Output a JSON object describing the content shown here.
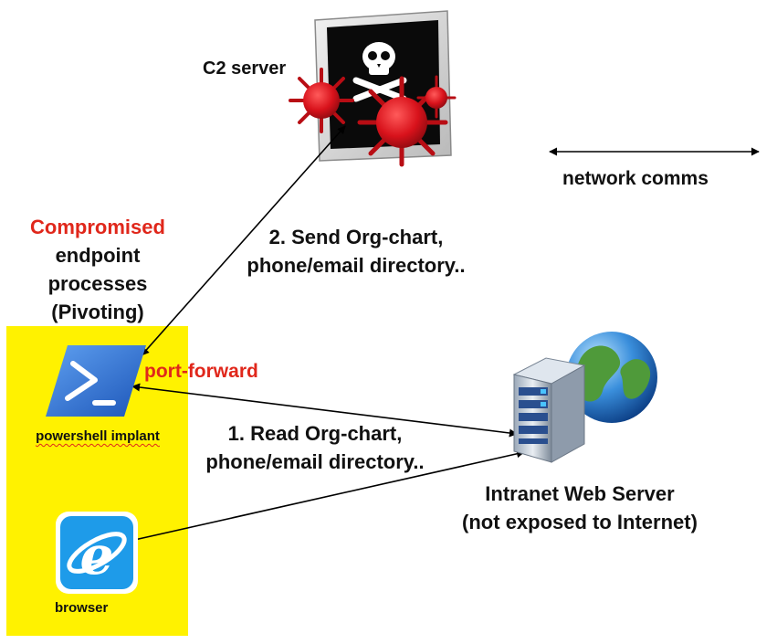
{
  "nodes": {
    "c2_server": {
      "label": "C2 server",
      "icon": "skull-monitor-virus-icon"
    },
    "compromised_endpoint": {
      "line1": "Compromised",
      "line2": "endpoint",
      "line3": "processes",
      "line4": "(Pivoting)"
    },
    "powershell": {
      "label": "powershell implant",
      "icon": "powershell-icon"
    },
    "browser": {
      "label": "browser",
      "icon": "internet-explorer-icon"
    },
    "intranet_server": {
      "line1": "Intranet Web Server",
      "line2": "(not exposed to Internet)",
      "icon": "server-globe-icon"
    }
  },
  "edges": {
    "step2": {
      "line1": "2. Send Org-chart,",
      "line2": "phone/email directory.."
    },
    "step1": {
      "line1": "1. Read Org-chart,",
      "line2": "phone/email directory.."
    },
    "port_forward": "port-forward"
  },
  "legend": {
    "network_comms": "network comms"
  },
  "colors": {
    "highlight_yellow": "#fff200",
    "alert_red": "#e0271b",
    "powershell_blue": "#2f6fd3",
    "ie_blue": "#1e9be9",
    "virus_red": "#d8121b"
  }
}
